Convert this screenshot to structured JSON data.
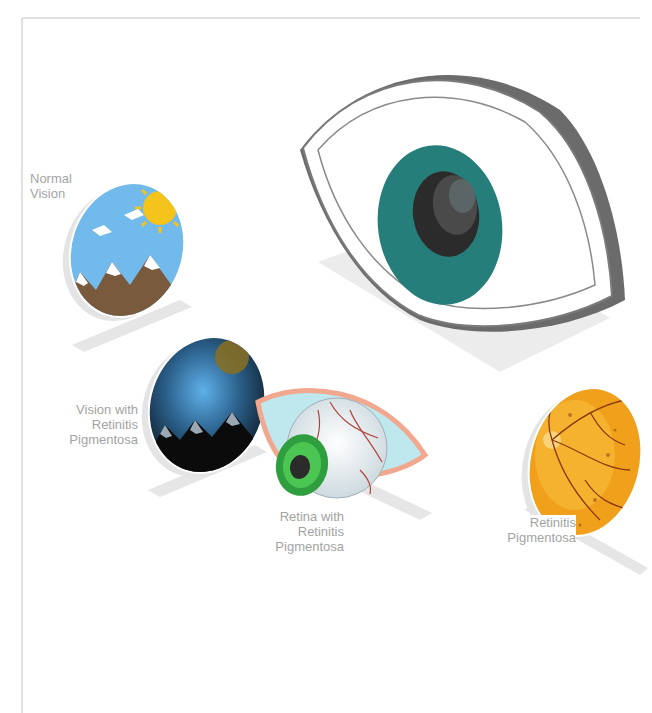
{
  "diagram": {
    "labels": [
      "Normal Vision",
      "Vision with Retinitis Pigmentosa",
      "Retina with Retinitis Pigmentosa",
      "Retinitis Pigmentosa"
    ]
  }
}
